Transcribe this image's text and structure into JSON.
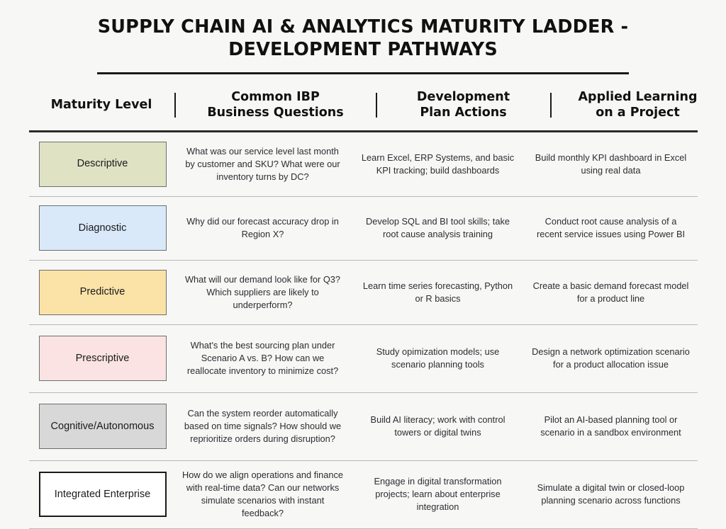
{
  "title": "SUPPLY CHAIN AI & ANALYTICS MATURITY LADDER - DEVELOPMENT PATHWAYS",
  "header": {
    "col_level": "Maturity Level",
    "col_questions_line1": "Common IBP",
    "col_questions_line2": "Business Questions",
    "col_actions_line1": "Development",
    "col_actions_line2": "Plan Actions",
    "col_applied_line1": "Applied Learning",
    "col_applied_line2": "on a Project"
  },
  "colors": {
    "background": "#f7f7f5",
    "descriptive_fill": "#dfe3c4",
    "diagnostic_fill": "#d9e9fa",
    "predictive_fill": "#fbe3a8",
    "prescriptive_fill": "#fbe3e3",
    "cognitive_fill": "#d8d8d8",
    "integrated_fill": "#ffffff",
    "box_border": "#6e6e6e",
    "box_border_strong": "#1a1a1a",
    "rule": "#2b2b2b",
    "row_divider": "#b8b8b8",
    "text": "#1a1a1a",
    "body_text": "#2d2d34"
  },
  "rows": [
    {
      "level": "Descriptive",
      "fill": "#dfe3c4",
      "questions": "What was our service level last month by customer and SKU? What were our inventory turns by DC?",
      "actions": "Learn Excel, ERP Systems, and basic KPI tracking; build dashboards",
      "applied": "Build monthly KPI dashboard in Excel using real data"
    },
    {
      "level": "Diagnostic",
      "fill": "#d9e9fa",
      "questions": "Why did our forecast accuracy drop in Region X?",
      "actions": "Develop SQL and BI tool skills; take root cause analysis training",
      "applied": "Conduct root cause analysis of a recent service issues using Power BI"
    },
    {
      "level": "Predictive",
      "fill": "#fbe3a8",
      "questions": "What will our demand look like for Q3? Which suppliers are likely to underperform?",
      "actions": "Learn time series forecasting, Python or R basics",
      "applied": "Create a basic demand forecast model for a product line"
    },
    {
      "level": "Prescriptive",
      "fill": "#fbe3e3",
      "questions": "What's the best sourcing plan under Scenario A vs. B? How can we reallocate inventory to minimize cost?",
      "actions": "Study opimization models; use scenario planning tools",
      "applied": "Design a network optimization scenario for a product allocation issue"
    },
    {
      "level": "Cognitive/Autonomous",
      "fill": "#d8d8d8",
      "questions": "Can the system reorder automatically based on time signals? How should we reprioritize orders during disruption?",
      "actions": "Build AI literacy; work with control towers or digital twins",
      "applied": "Pilot an AI-based planning tool or scenario in a sandbox environment"
    },
    {
      "level": "Integrated Enterprise",
      "fill": "#ffffff",
      "questions": "How do we align operations and finance with real-time data? Can our networks simulate scenarios with instant feedback?",
      "actions": "Engage in digital transformation projects; learn about enterprise integration",
      "applied": "Simulate a digital twin or closed-loop planning scenario across functions"
    }
  ]
}
